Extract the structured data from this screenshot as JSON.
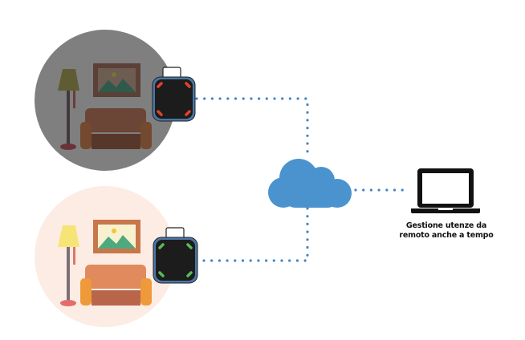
{
  "diagram": {
    "rooms": [
      {
        "id": "room-off",
        "state": "off",
        "background": "#7f7f7f",
        "device_led_color": "#e0432a"
      },
      {
        "id": "room-on",
        "state": "on",
        "background": "#fdece3",
        "device_led_color": "#5cb85c"
      }
    ],
    "cloud": {
      "color": "#4b93cf"
    },
    "connector_color": "#3f86c6",
    "laptop": {
      "label_line1": "Gestione utenze da",
      "label_line2": "remoto anche a tempo"
    }
  }
}
